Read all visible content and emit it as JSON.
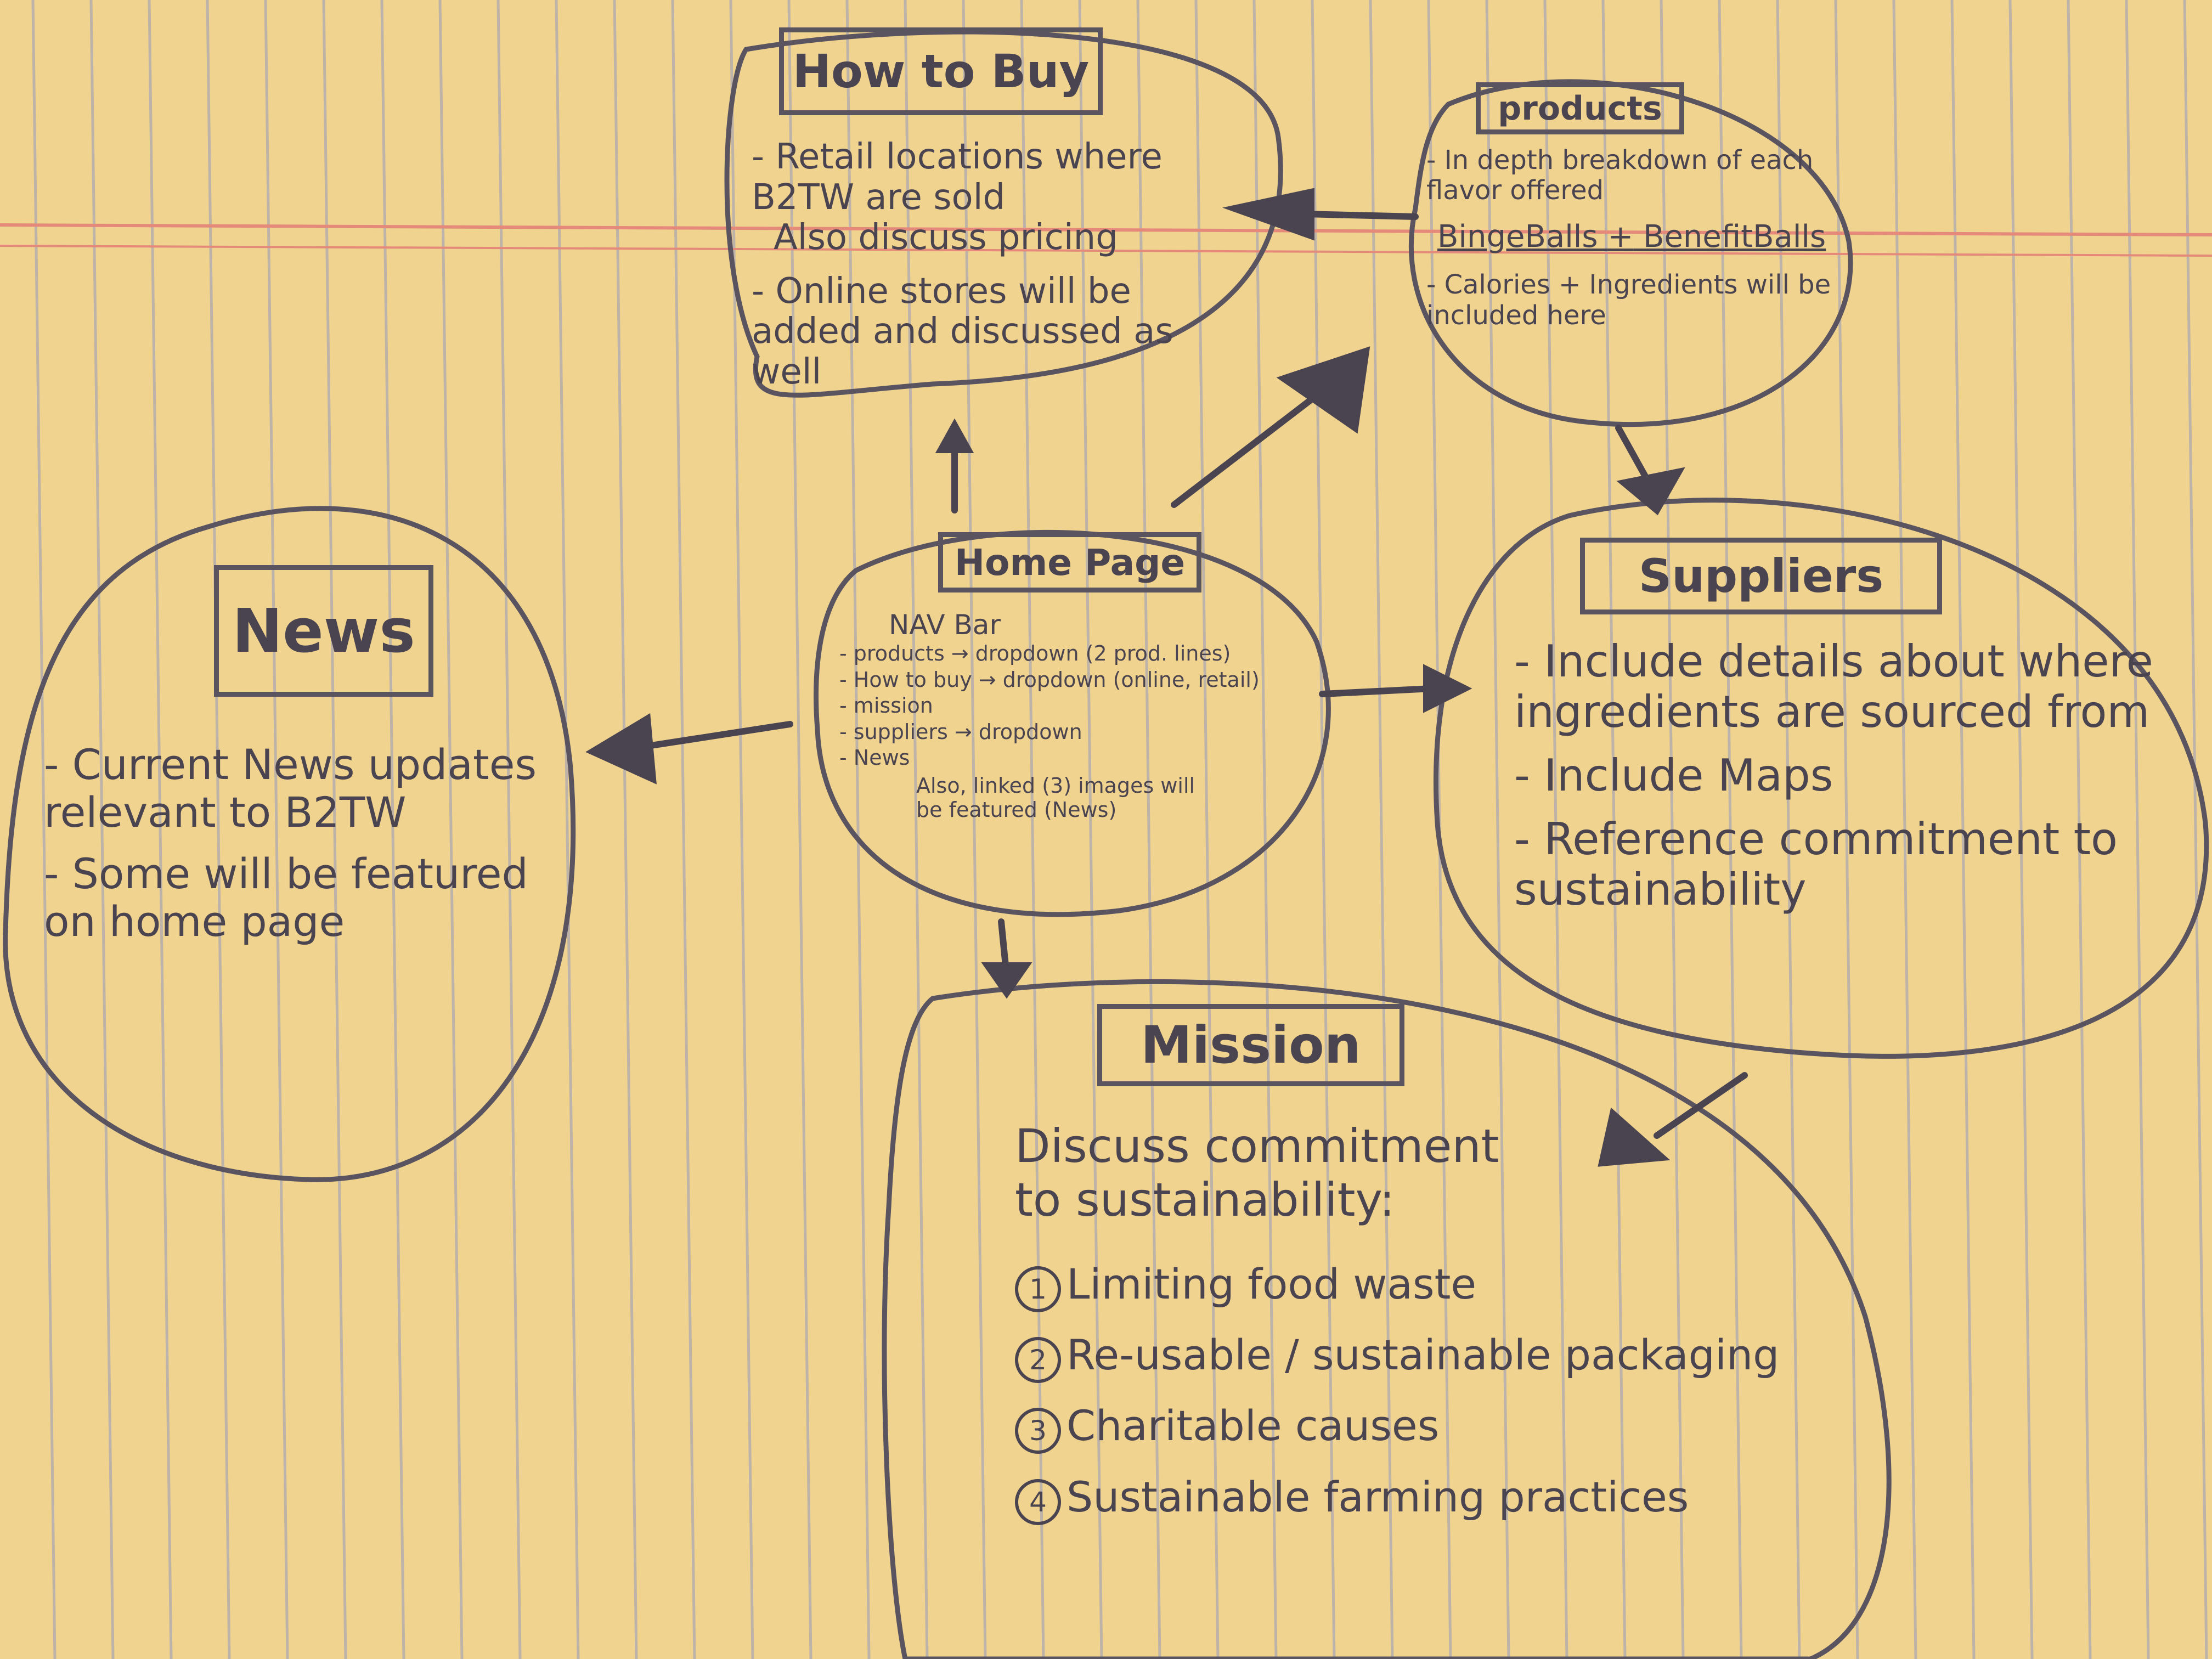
{
  "nodes": {
    "how_to_buy": {
      "title": "How to Buy",
      "items": [
        "Retail locations where B2TW are sold",
        "Online stores will be added and discussed as well"
      ],
      "sub_note": "Also discuss pricing"
    },
    "products": {
      "title": "products",
      "items": [
        "In depth breakdown of each flavor offered",
        "Calories + Ingredients will be included here"
      ],
      "lines": [
        "BingeBalls",
        "+",
        "BenefitBalls"
      ]
    },
    "home_page": {
      "title": "Home Page",
      "nav_label": "NAV Bar",
      "nav_items": [
        "products → dropdown (2 prod. lines)",
        "How to buy → dropdown (online, retail)",
        "mission",
        "suppliers → dropdown",
        "News"
      ],
      "note": "Also, linked (3) images will be featured (News)"
    },
    "news": {
      "title": "News",
      "items": [
        "Current News updates relevant to B2TW",
        "Some will be featured on home page"
      ]
    },
    "suppliers": {
      "title": "Suppliers",
      "items": [
        "Include details about where ingredients are sourced from",
        "Include Maps",
        "Reference commitment to sustainability"
      ]
    },
    "mission": {
      "title": "Mission",
      "intro": "Discuss commitment to sustainability:",
      "numbered": [
        {
          "n": "1",
          "text": "Limiting food waste"
        },
        {
          "n": "2",
          "text": "Re-usable / sustainable packaging"
        },
        {
          "n": "3",
          "text": "Charitable causes"
        },
        {
          "n": "4",
          "text": "Sustainable farming practices"
        }
      ]
    }
  },
  "colors": {
    "paper": "#f0d38e",
    "rule_line": "#bdb3a8",
    "margin_line": "#e58a7a",
    "pencil": "#4a4350"
  }
}
